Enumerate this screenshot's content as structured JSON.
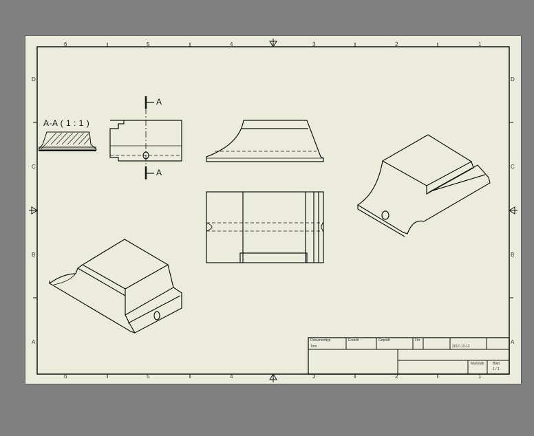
{
  "sheet": {
    "background": "#ececdc",
    "desk_background": "#808080",
    "border_labels": {
      "top_numbers": [
        "6",
        "5",
        "4",
        "3",
        "2",
        "1"
      ],
      "bottom_numbers": [
        "6",
        "5",
        "4",
        "3",
        "2",
        "1"
      ],
      "left_letters": [
        "D",
        "C",
        "B",
        "A"
      ],
      "right_letters": [
        "D",
        "C",
        "B",
        "A"
      ]
    }
  },
  "section_view": {
    "title": "A-A ( 1 : 1 )",
    "cut_label_top": "A",
    "cut_label_bottom": "A"
  },
  "title_block": {
    "header_cells": [
      "Dokumenttyp",
      "Erstellt",
      "Geprüft",
      "Fkt"
    ],
    "author": "Tom",
    "date": "2017-12-12",
    "scale_label": "Maßstab",
    "sheet_label": "Blatt",
    "sheet_value": "1 / 1"
  },
  "icons": {
    "centering_marks": "arrow-triangle-icon"
  }
}
